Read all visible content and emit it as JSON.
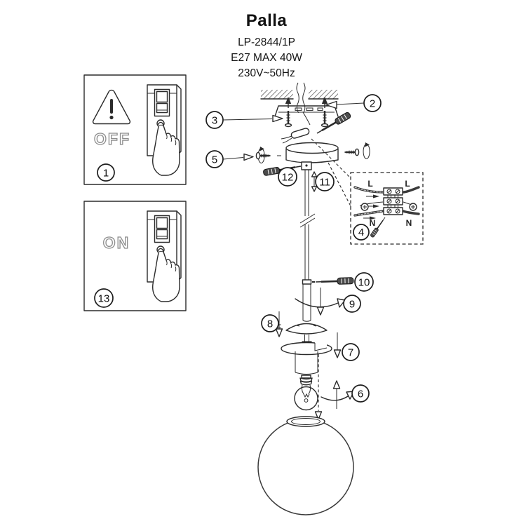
{
  "header": {
    "title": "Palla",
    "model": "LP-2844/1P",
    "lamp_spec": "E27 MAX 40W",
    "power_spec": "230V~50Hz"
  },
  "panels": {
    "off": {
      "label": "OFF",
      "step": "1"
    },
    "on": {
      "label": "ON",
      "step": "13"
    }
  },
  "steps": {
    "s2": "2",
    "s3": "3",
    "s4": "4",
    "s5": "5",
    "s6": "6",
    "s7": "7",
    "s8": "8",
    "s9": "9",
    "s10": "10",
    "s11": "11",
    "s12": "12"
  },
  "wiring": {
    "live_left": "L",
    "live_right": "L",
    "neutral_left": "N",
    "neutral_right": "N"
  }
}
